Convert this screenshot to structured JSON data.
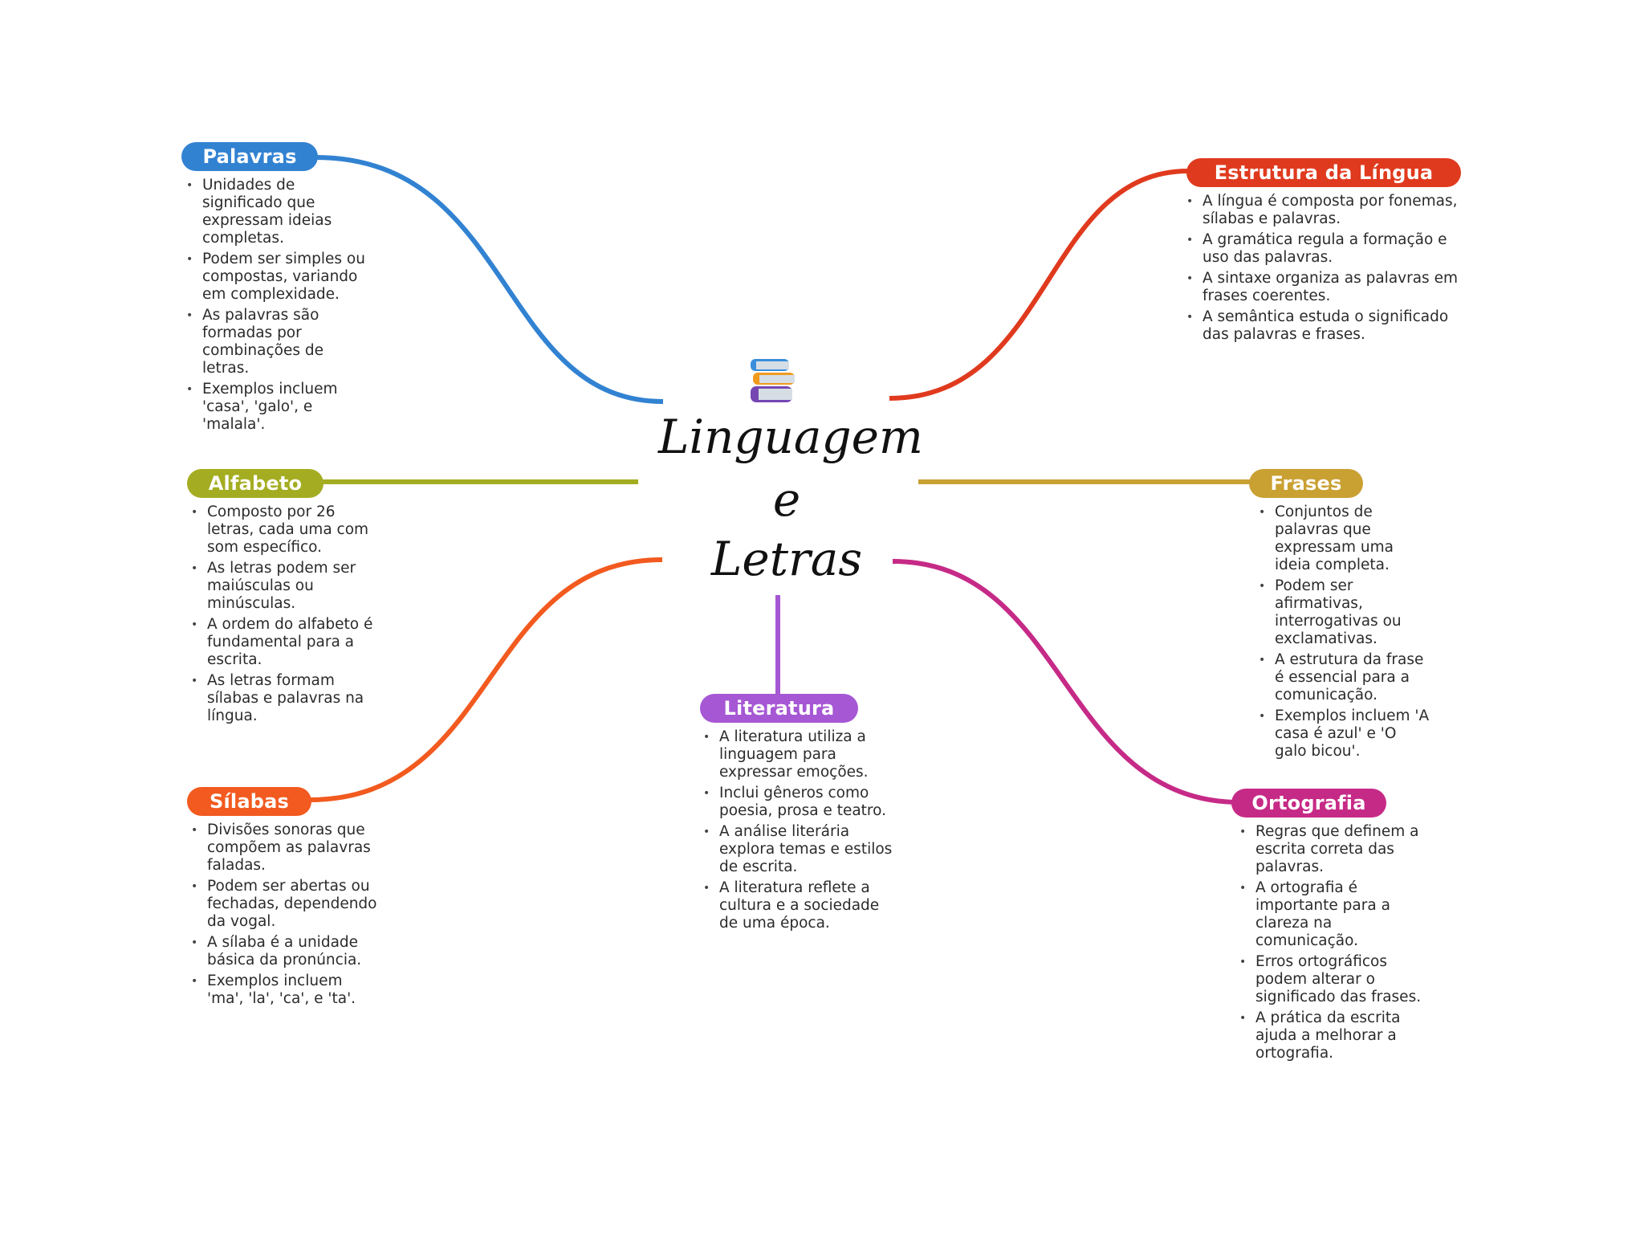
{
  "center": {
    "icon": "books-icon",
    "title_lines": [
      "Linguagem",
      "e",
      "Letras"
    ]
  },
  "branches": [
    {
      "id": "palavras",
      "label": "Palavras",
      "color": "#3282D2",
      "bullets": [
        "Unidades de significado que expressam ideias completas.",
        "Podem ser simples ou compostas, variando em complexidade.",
        "As palavras são formadas por combinações de letras.",
        "Exemplos incluem 'casa', 'galo', e 'malala'."
      ]
    },
    {
      "id": "estrutura",
      "label": "Estrutura da Língua",
      "color": "#E03A1E",
      "bullets": [
        "A língua é composta por fonemas, sílabas e palavras.",
        "A gramática regula a formação e uso das palavras.",
        "A sintaxe organiza as palavras em frases coerentes.",
        "A semântica estuda o significado das palavras e frases."
      ]
    },
    {
      "id": "alfabeto",
      "label": "Alfabeto",
      "color": "#A4AD21",
      "bullets": [
        "Composto por 26 letras, cada uma com som específico.",
        "As letras podem ser maiúsculas ou minúsculas.",
        "A ordem do alfabeto é fundamental para a escrita.",
        "As letras formam sílabas e palavras na língua."
      ]
    },
    {
      "id": "frases",
      "label": "Frases",
      "color": "#C9A032",
      "bullets": [
        "Conjuntos de palavras que expressam uma ideia completa.",
        "Podem ser afirmativas, interrogativas ou exclamativas.",
        "A estrutura da frase é essencial para a comunicação.",
        "Exemplos incluem 'A casa é azul' e 'O galo bicou'."
      ]
    },
    {
      "id": "silabas",
      "label": "Sílabas",
      "color": "#F25A1F",
      "bullets": [
        "Divisões sonoras que compõem as palavras faladas.",
        "Podem ser abertas ou fechadas, dependendo da vogal.",
        "A sílaba é a unidade básica da pronúncia.",
        "Exemplos incluem 'ma', 'la', 'ca', e 'ta'."
      ]
    },
    {
      "id": "literatura",
      "label": "Literatura",
      "color": "#A657D4",
      "bullets": [
        "A literatura utiliza a linguagem para expressar emoções.",
        "Inclui gêneros como poesia, prosa e teatro.",
        "A análise literária explora temas e estilos de escrita.",
        "A literatura reflete a cultura e a sociedade de uma época."
      ]
    },
    {
      "id": "ortografia",
      "label": "Ortografia",
      "color": "#C62A87",
      "bullets": [
        "Regras que definem a escrita correta das palavras.",
        "A ortografia é importante para a clareza na comunicação.",
        "Erros ortográficos podem alterar o significado das frases.",
        "A prática da escrita ajuda a melhorar a ortografia."
      ]
    }
  ]
}
